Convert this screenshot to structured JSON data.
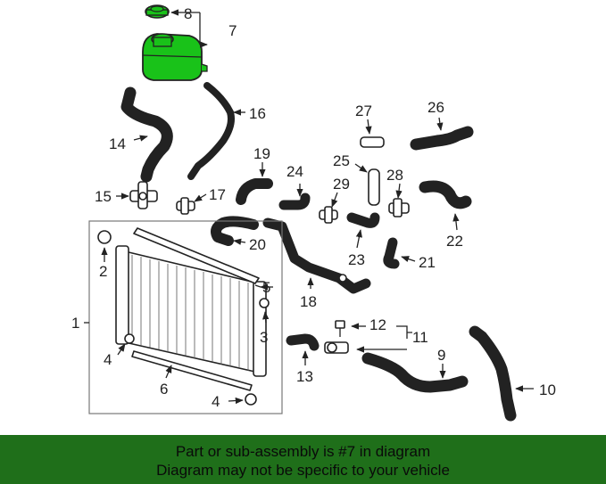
{
  "labels": {
    "l1": "1",
    "l2": "2",
    "l3": "3",
    "l4a": "4",
    "l4b": "4",
    "l5": "5",
    "l6": "6",
    "l7": "7",
    "l8": "8",
    "l9": "9",
    "l10": "10",
    "l11": "11",
    "l12": "12",
    "l13": "13",
    "l14": "14",
    "l15": "15",
    "l16": "16",
    "l17": "17",
    "l18": "18",
    "l19": "19",
    "l20": "20",
    "l21": "21",
    "l22": "22",
    "l23": "23",
    "l24": "24",
    "l25": "25",
    "l26": "26",
    "l27": "27",
    "l28": "28",
    "l29": "29"
  },
  "banner": {
    "line1": "Part or sub-assembly is #7 in diagram",
    "line2": "Diagram may not be specific to your vehicle"
  },
  "colors": {
    "highlight": "#19c219",
    "banner_bg": "#1f6f1a"
  }
}
